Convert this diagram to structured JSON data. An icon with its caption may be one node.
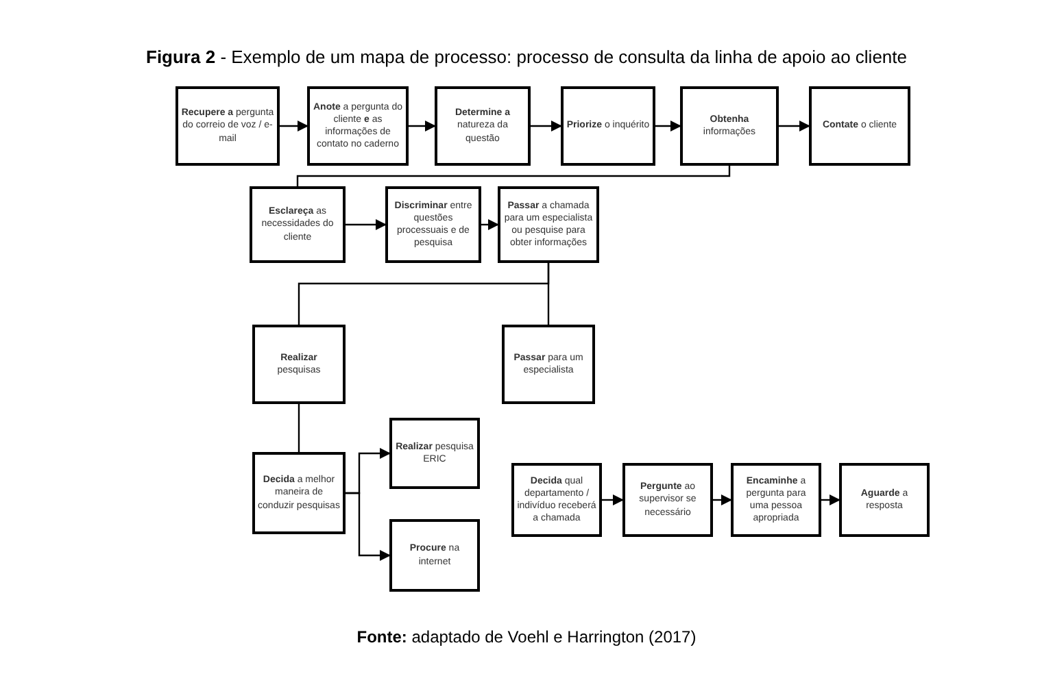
{
  "diagram": {
    "title": "**Figura 2** - Exemplo de um mapa de processo: processo de consulta da linha de apoio ao cliente",
    "caption": "**Fonte:** adaptado de Voehl e Harrington (2017)",
    "nodes": [
      {
        "text": [
          "**Recupere a** pergunta do correio de voz / e-mail"
        ]
      },
      {
        "text": [
          "**Anote** a pergunta do cliente **e** as informações de contato no caderno"
        ]
      },
      {
        "text": [
          "**Determine a** natureza da questão"
        ]
      },
      {
        "text": [
          "**Priorize** o inquérito"
        ]
      },
      {
        "text": [
          "**Obtenha** informações"
        ]
      },
      {
        "text": [
          "**Contate** o cliente"
        ]
      },
      {
        "text": [
          "**Esclareça** as necessidades do cliente"
        ]
      },
      {
        "text": [
          "**Discriminar** entre questões processuais e de pesquisa"
        ]
      },
      {
        "text": [
          "**Passar** a chamada para um especialista ou pesquise para obter informações"
        ]
      },
      {
        "text": [
          "**Realizar** pesquisas"
        ]
      },
      {
        "text": [
          "**Passar** para um especialista"
        ]
      },
      {
        "text": [
          "**Decida** a melhor maneira de conduzir pesquisas"
        ]
      },
      {
        "text": [
          "**Realizar** pesquisa ERIC"
        ]
      },
      {
        "text": [
          "**Procure** na internet"
        ]
      },
      {
        "text": [
          "**Decida** qual departamento / indivíduo receberá a chamada"
        ]
      },
      {
        "text": [
          "**Pergunte** ao supervisor se necessário"
        ]
      },
      {
        "text": [
          "**Encaminhe** a pergunta para uma pessoa apropriada"
        ]
      },
      {
        "text": [
          "**Aguarde** a resposta"
        ]
      }
    ],
    "edges": [
      {
        "from": 0,
        "to": 1,
        "arrow": "to"
      },
      {
        "from": 1,
        "to": 2,
        "arrow": "to"
      },
      {
        "from": 2,
        "to": 3,
        "arrow": "to"
      },
      {
        "from": 3,
        "to": 4,
        "arrow": "to"
      },
      {
        "from": 4,
        "to": 5,
        "arrow": "to"
      },
      {
        "from": 4,
        "to": 6,
        "arrow": "none"
      },
      {
        "from": 6,
        "to": 7,
        "arrow": "to"
      },
      {
        "from": 7,
        "to": 8,
        "arrow": "to"
      },
      {
        "from": 8,
        "to": 9,
        "arrow": "none"
      },
      {
        "from": 8,
        "to": 10,
        "arrow": "none"
      },
      {
        "from": 9,
        "to": 11,
        "arrow": "none"
      },
      {
        "from": 11,
        "to": 12,
        "arrow": "to"
      },
      {
        "from": 11,
        "to": 13,
        "arrow": "to"
      },
      {
        "from": 14,
        "to": 15,
        "arrow": "to"
      },
      {
        "from": 15,
        "to": 16,
        "arrow": "to"
      },
      {
        "from": 16,
        "to": 17,
        "arrow": "to"
      }
    ]
  }
}
